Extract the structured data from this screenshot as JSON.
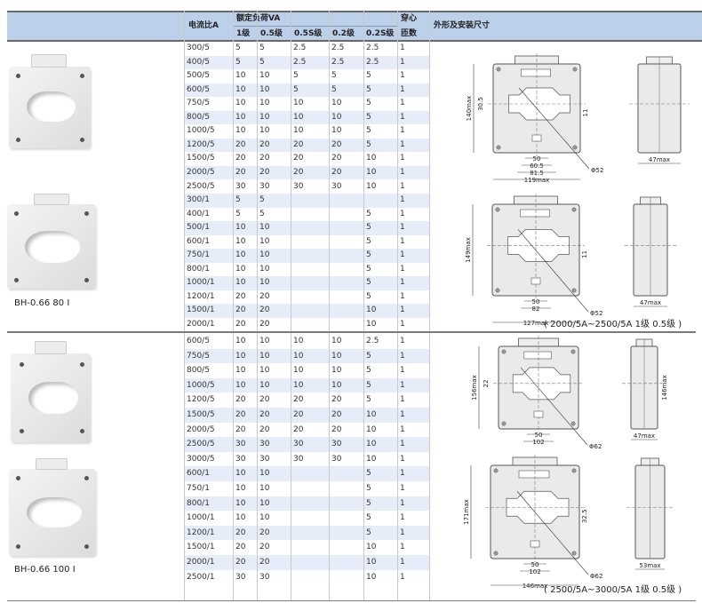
{
  "header": {
    "ratio": "电流比A",
    "burden": "额定负荷VA",
    "classes": [
      "1级",
      "0.5级",
      "0.5S级",
      "0.2级",
      "0.2S级"
    ],
    "turns_line1": "穿心",
    "turns_line2": "匝数",
    "dims": "外形及安装尺寸"
  },
  "sections": [
    {
      "model": "BH-0.66 80 I",
      "rows": [
        [
          "300/5",
          "5",
          "5",
          "2.5",
          "2.5",
          "2.5",
          "1"
        ],
        [
          "400/5",
          "5",
          "5",
          "2.5",
          "2.5",
          "2.5",
          "1"
        ],
        [
          "500/5",
          "10",
          "10",
          "5",
          "5",
          "5",
          "1"
        ],
        [
          "600/5",
          "10",
          "10",
          "5",
          "5",
          "5",
          "1"
        ],
        [
          "750/5",
          "10",
          "10",
          "10",
          "10",
          "5",
          "1"
        ],
        [
          "800/5",
          "10",
          "10",
          "10",
          "10",
          "5",
          "1"
        ],
        [
          "1000/5",
          "10",
          "10",
          "10",
          "10",
          "5",
          "1"
        ],
        [
          "1200/5",
          "20",
          "20",
          "20",
          "20",
          "5",
          "1"
        ],
        [
          "1500/5",
          "20",
          "20",
          "20",
          "20",
          "10",
          "1"
        ],
        [
          "2000/5",
          "20",
          "20",
          "20",
          "20",
          "10",
          "1"
        ],
        [
          "2500/5",
          "30",
          "30",
          "30",
          "30",
          "10",
          "1"
        ],
        [
          "300/1",
          "5",
          "5",
          "",
          "",
          "",
          "1"
        ],
        [
          "400/1",
          "5",
          "5",
          "",
          "",
          "5",
          "1"
        ],
        [
          "500/1",
          "10",
          "10",
          "",
          "",
          "5",
          "1"
        ],
        [
          "600/1",
          "10",
          "10",
          "",
          "",
          "5",
          "1"
        ],
        [
          "750/1",
          "10",
          "10",
          "",
          "",
          "5",
          "1"
        ],
        [
          "800/1",
          "10",
          "10",
          "",
          "",
          "5",
          "1"
        ],
        [
          "1000/1",
          "10",
          "10",
          "",
          "",
          "5",
          "1"
        ],
        [
          "1200/1",
          "20",
          "20",
          "",
          "",
          "5",
          "1"
        ],
        [
          "1500/1",
          "20",
          "20",
          "",
          "",
          "10",
          "1"
        ],
        [
          "2000/1",
          "20",
          "20",
          "",
          "",
          "10",
          "1"
        ]
      ],
      "drawings": [
        {
          "height": "140max",
          "dim_a": "30.5",
          "dim_b": "11",
          "w1": "50",
          "w2": "60.5",
          "w3": "81.5",
          "w4": "119max",
          "dia": "Φ52",
          "depth": "47max",
          "side_h": ""
        },
        {
          "height": "149max",
          "dim_a": "",
          "dim_b": "11",
          "w1": "50",
          "w2": "82",
          "w3": "",
          "w4": "127max",
          "dia": "Φ52",
          "depth": "47max",
          "side_h": ""
        }
      ],
      "caption": "( 2000/5A~2500/5A 1级 0.5级 )"
    },
    {
      "model": "BH-0.66 100 I",
      "rows": [
        [
          "600/5",
          "10",
          "10",
          "10",
          "10",
          "2.5",
          "1"
        ],
        [
          "750/5",
          "10",
          "10",
          "10",
          "10",
          "5",
          "1"
        ],
        [
          "800/5",
          "10",
          "10",
          "10",
          "10",
          "5",
          "1"
        ],
        [
          "1000/5",
          "10",
          "10",
          "10",
          "10",
          "5",
          "1"
        ],
        [
          "1200/5",
          "20",
          "20",
          "20",
          "20",
          "5",
          "1"
        ],
        [
          "1500/5",
          "20",
          "20",
          "20",
          "20",
          "10",
          "1"
        ],
        [
          "2000/5",
          "20",
          "20",
          "20",
          "20",
          "10",
          "1"
        ],
        [
          "2500/5",
          "30",
          "30",
          "30",
          "30",
          "10",
          "1"
        ],
        [
          "3000/5",
          "30",
          "30",
          "30",
          "30",
          "10",
          "1"
        ],
        [
          "600/1",
          "10",
          "10",
          "",
          "",
          "5",
          "1"
        ],
        [
          "750/1",
          "10",
          "10",
          "",
          "",
          "5",
          "1"
        ],
        [
          "800/1",
          "10",
          "10",
          "",
          "",
          "5",
          "1"
        ],
        [
          "1000/1",
          "10",
          "10",
          "",
          "",
          "5",
          "1"
        ],
        [
          "1200/1",
          "20",
          "20",
          "",
          "",
          "5",
          "1"
        ],
        [
          "1500/1",
          "20",
          "20",
          "",
          "",
          "10",
          "1"
        ],
        [
          "2000/1",
          "20",
          "20",
          "",
          "",
          "10",
          "1"
        ],
        [
          "2500/1",
          "30",
          "30",
          "",
          "",
          "10",
          "1"
        ]
      ],
      "drawings": [
        {
          "height": "156max",
          "dim_a": "22",
          "dim_b": "",
          "w1": "50",
          "w2": "102",
          "w3": "",
          "w4": "",
          "dia": "Φ62",
          "depth": "47max",
          "side_h": "146max"
        },
        {
          "height": "171max",
          "dim_a": "",
          "dim_b": "32.5",
          "w1": "50",
          "w2": "102",
          "w3": "",
          "w4": "146max",
          "dia": "Φ62",
          "depth": "53max",
          "side_h": ""
        }
      ],
      "caption": "( 2500/5A~3000/5A 1级 0.5级 )"
    }
  ]
}
